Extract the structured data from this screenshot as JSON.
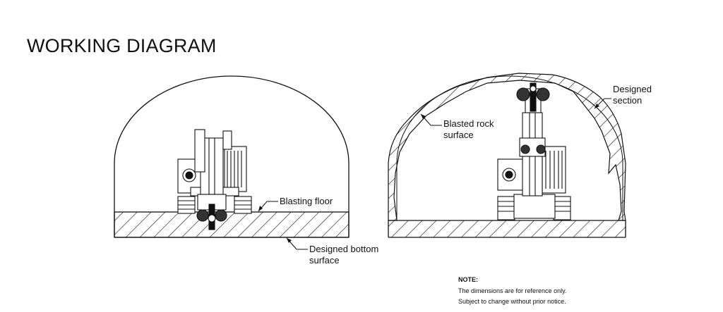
{
  "title": "WORKING DIAGRAM",
  "left_diagram": {
    "blasting_floor_label": "Blasting floor",
    "designed_bottom_label": "Designed bottom\nsurface"
  },
  "right_diagram": {
    "blasted_rock_label": "Blasted rock\nsurface",
    "designed_section_label": "Designed\nsection"
  },
  "note": {
    "heading": "NOTE:",
    "line1": "The dimensions are for reference only.",
    "line2": "Subject to change without prior notice."
  },
  "colors": {
    "line": "#111111",
    "background": "#ffffff"
  }
}
